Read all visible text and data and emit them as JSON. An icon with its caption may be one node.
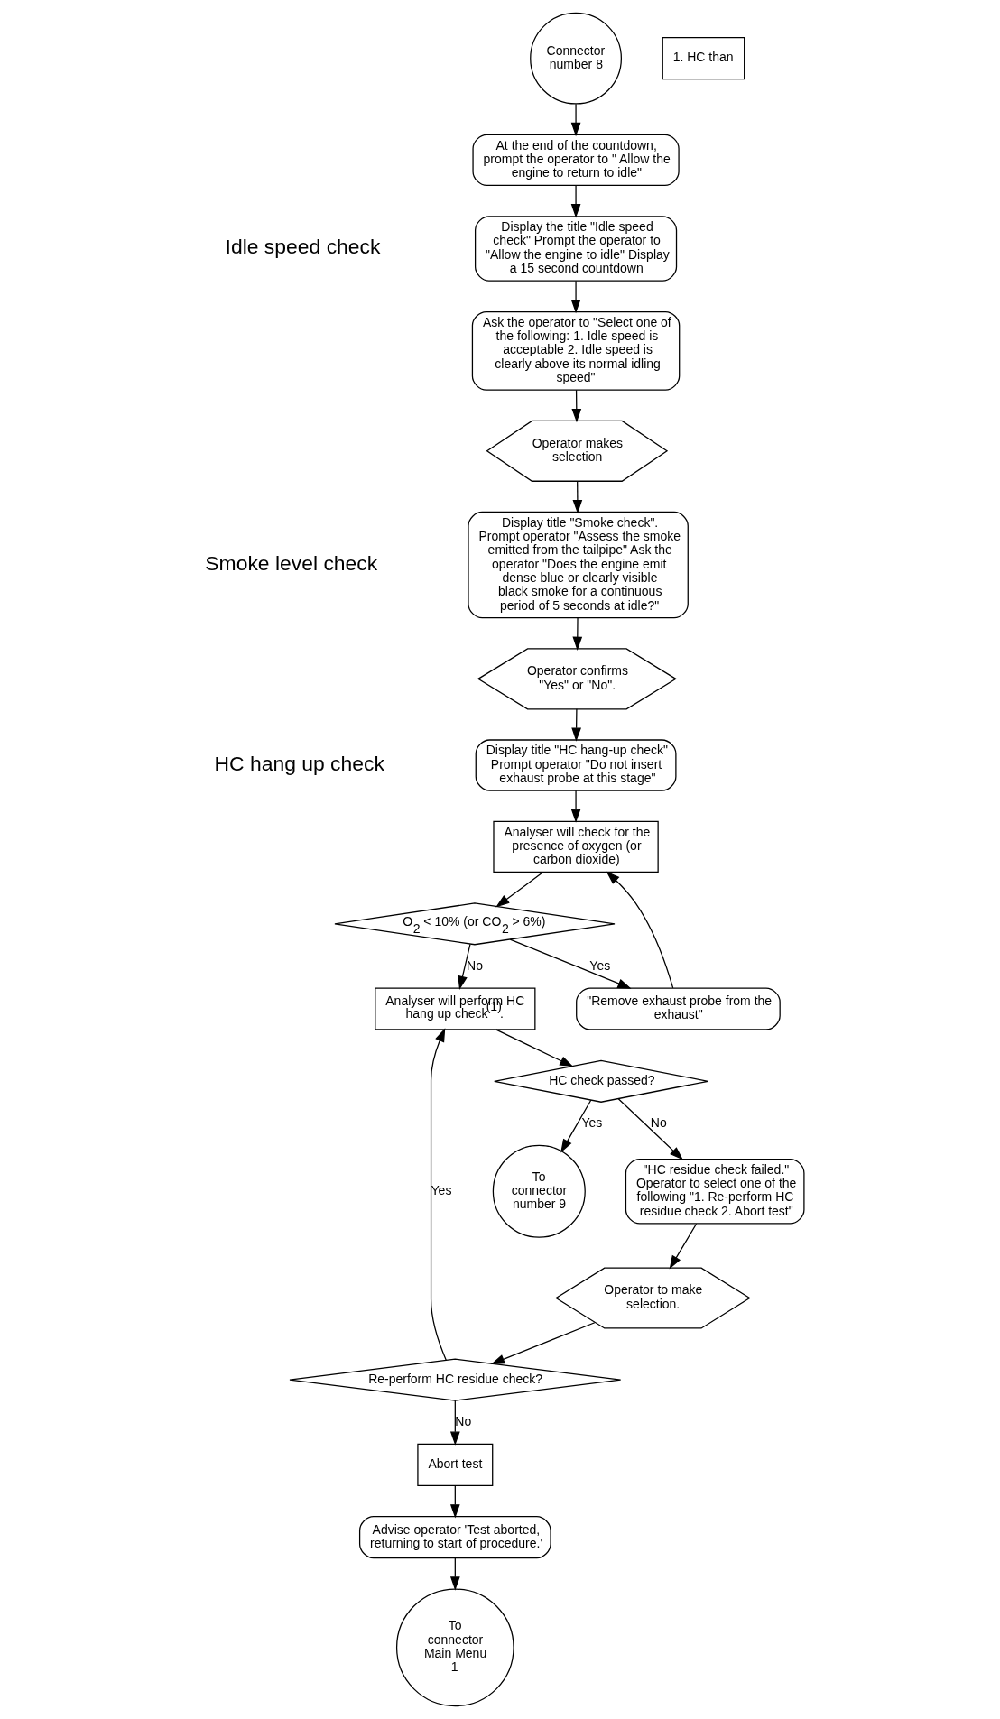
{
  "diagram": {
    "nodes": [
      {
        "text": [
          "Connector number 8"
        ]
      },
      {
        "text": [
          "At the end of the countdown, prompt the operator to \" Allow the engine to return to idle\""
        ]
      },
      {
        "text": [
          "Display the title \"Idle speed check\" Prompt the operator to \"Allow the engine to idle\" Display a 15 second countdown"
        ]
      },
      {
        "text": [
          "Ask the operator to \"Select one of the following: 1. Idle speed is acceptable 2. Idle speed is clearly above its normal idling speed\""
        ]
      },
      {
        "text": [
          "Operator makes selection"
        ]
      },
      {
        "text": [
          "Display title \"Smoke check\". Prompt operator \"Assess the smoke emitted from the tailpipe\" Ask the operator \"Does the engine emit dense blue or clearly visible black smoke for a continuous period of 5 seconds at idle?\""
        ]
      },
      {
        "text": [
          "Operator confirms \"Yes\" or \"No\"."
        ]
      },
      {
        "text": [
          "Display title \"HC hang-up check\" Prompt operator \"Do not insert exhaust probe at this stage\""
        ]
      },
      {
        "text": [
          "Analyser will check for the presence of oxygen (or carbon dioxide)"
        ]
      },
      {
        "text": [
          "\"Remove exhaust probe from the exhaust\""
        ]
      },
      {
        "text": [
          "O$_{2}$ < 10% (or CO$_{2}$ > 6%)"
        ]
      },
      {
        "text": [
          "Re-perform HC residue check?"
        ]
      },
      {
        "text": [
          "Analyser will perform HC hang up check$^{(1)}$."
        ]
      },
      {
        "text": [
          "Abort test"
        ]
      },
      {
        "text": [
          "Operator to make selection."
        ]
      },
      {
        "text": [
          "Advise operator 'Test aborted, returning to start of procedure.'"
        ]
      },
      {
        "text": [
          "\"HC residue check failed.\" Operator to select one of the following \"1. Re-perform HC residue check 2. Abort test\""
        ]
      },
      {
        "text": [
          "HC check passed?"
        ]
      },
      {
        "text": [
          "To connector Main Menu 1"
        ]
      },
      {
        "text": [
          "To connector number 9"
        ]
      },
      {
        "text": [
          "1. HC than"
        ]
      }
    ],
    "edges": [
      {
        "from": 0,
        "to": 1,
        "arrow": "to"
      },
      {
        "from": 1,
        "to": 2,
        "arrow": "to"
      },
      {
        "from": 2,
        "to": 3,
        "arrow": "to"
      },
      {
        "from": 3,
        "to": 4,
        "arrow": "to"
      },
      {
        "from": 4,
        "to": 5,
        "arrow": "to"
      },
      {
        "from": 5,
        "to": 6,
        "arrow": "to"
      },
      {
        "from": 6,
        "to": 7,
        "arrow": "to"
      },
      {
        "from": 7,
        "to": 8,
        "arrow": "to"
      },
      {
        "from": 8,
        "to": 10,
        "arrow": "to"
      },
      {
        "from": 10,
        "to": 9,
        "arrow": "to",
        "label": "Yes"
      },
      {
        "from": 9,
        "to": 8,
        "arrow": "to"
      },
      {
        "from": 10,
        "to": 12,
        "arrow": "to",
        "label": "No"
      },
      {
        "from": 11,
        "to": 12,
        "arrow": "to",
        "label": "Yes"
      },
      {
        "from": 11,
        "to": 13,
        "arrow": "to",
        "label": "No"
      },
      {
        "from": 12,
        "to": 17,
        "arrow": "to"
      },
      {
        "from": 17,
        "to": 19,
        "arrow": "to",
        "label": "Yes"
      },
      {
        "from": 17,
        "to": 16,
        "arrow": "to",
        "label": "No"
      },
      {
        "from": 16,
        "to": 14,
        "arrow": "to"
      },
      {
        "from": 14,
        "to": 11,
        "arrow": "to"
      },
      {
        "from": 13,
        "to": 15,
        "arrow": "to"
      },
      {
        "from": 15,
        "to": 18,
        "arrow": "to"
      }
    ],
    "labels": [
      "Idle speed check",
      "Smoke level check",
      "HC hang up check"
    ]
  }
}
